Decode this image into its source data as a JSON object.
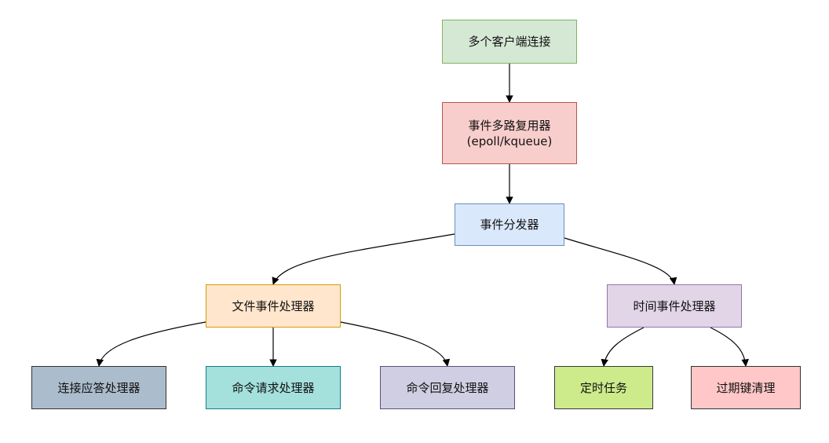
{
  "nodes": {
    "clients": {
      "label": "多个客户端连接",
      "fill": "#d5e8d4",
      "stroke": "#82b366"
    },
    "mux": {
      "label": "事件多路复用器",
      "sub": "(epoll/kqueue)",
      "fill": "#f8cecc",
      "stroke": "#b85450"
    },
    "dispatch": {
      "label": "事件分发器",
      "fill": "#dae8fc",
      "stroke": "#6c8ebf"
    },
    "file": {
      "label": "文件事件处理器",
      "fill": "#ffe6cc",
      "stroke": "#d79b00"
    },
    "time": {
      "label": "时间事件处理器",
      "fill": "#e1d5e7",
      "stroke": "#9673a6"
    },
    "accept": {
      "label": "连接应答处理器",
      "fill": "#abbccc",
      "stroke": "#333333"
    },
    "request": {
      "label": "命令请求处理器",
      "fill": "#a4e0dc",
      "stroke": "#0e8088"
    },
    "reply": {
      "label": "命令回复处理器",
      "fill": "#d0cee2",
      "stroke": "#56517e"
    },
    "timed": {
      "label": "定时任务",
      "fill": "#cdeb8b",
      "stroke": "#36393d"
    },
    "expire": {
      "label": "过期键清理",
      "fill": "#ffc7c7",
      "stroke": "#333333"
    }
  },
  "edges": [
    {
      "from": "clients",
      "to": "mux"
    },
    {
      "from": "mux",
      "to": "dispatch"
    },
    {
      "from": "dispatch",
      "to": "file"
    },
    {
      "from": "dispatch",
      "to": "time"
    },
    {
      "from": "file",
      "to": "accept"
    },
    {
      "from": "file",
      "to": "request"
    },
    {
      "from": "file",
      "to": "reply"
    },
    {
      "from": "time",
      "to": "timed"
    },
    {
      "from": "time",
      "to": "expire"
    }
  ]
}
